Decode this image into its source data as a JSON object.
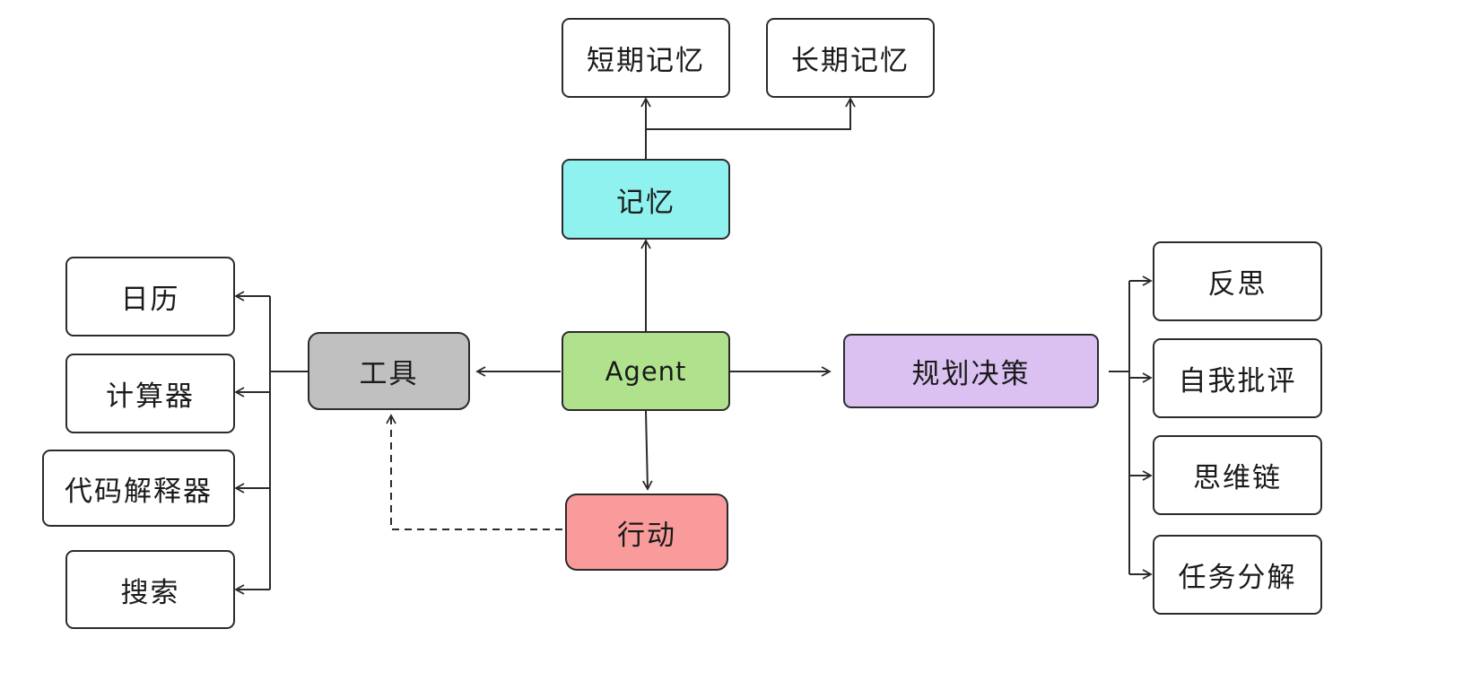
{
  "nodes": {
    "agent": "Agent",
    "memory": "记忆",
    "short_term_memory": "短期记忆",
    "long_term_memory": "长期记忆",
    "tools": "工具",
    "calendar": "日历",
    "calculator": "计算器",
    "code_interpreter": "代码解释器",
    "search": "搜索",
    "planning": "规划决策",
    "reflection": "反思",
    "self_critique": "自我批评",
    "chain_of_thought": "思维链",
    "task_decomposition": "任务分解",
    "action": "行动"
  },
  "colors": {
    "agent": "#b0e28e",
    "memory": "#90f2ee",
    "tools": "#c0c0c0",
    "planning": "#dbc1f2",
    "action": "#fa9b9b",
    "leaf": "#ffffff",
    "line": "#2b2b2b"
  }
}
